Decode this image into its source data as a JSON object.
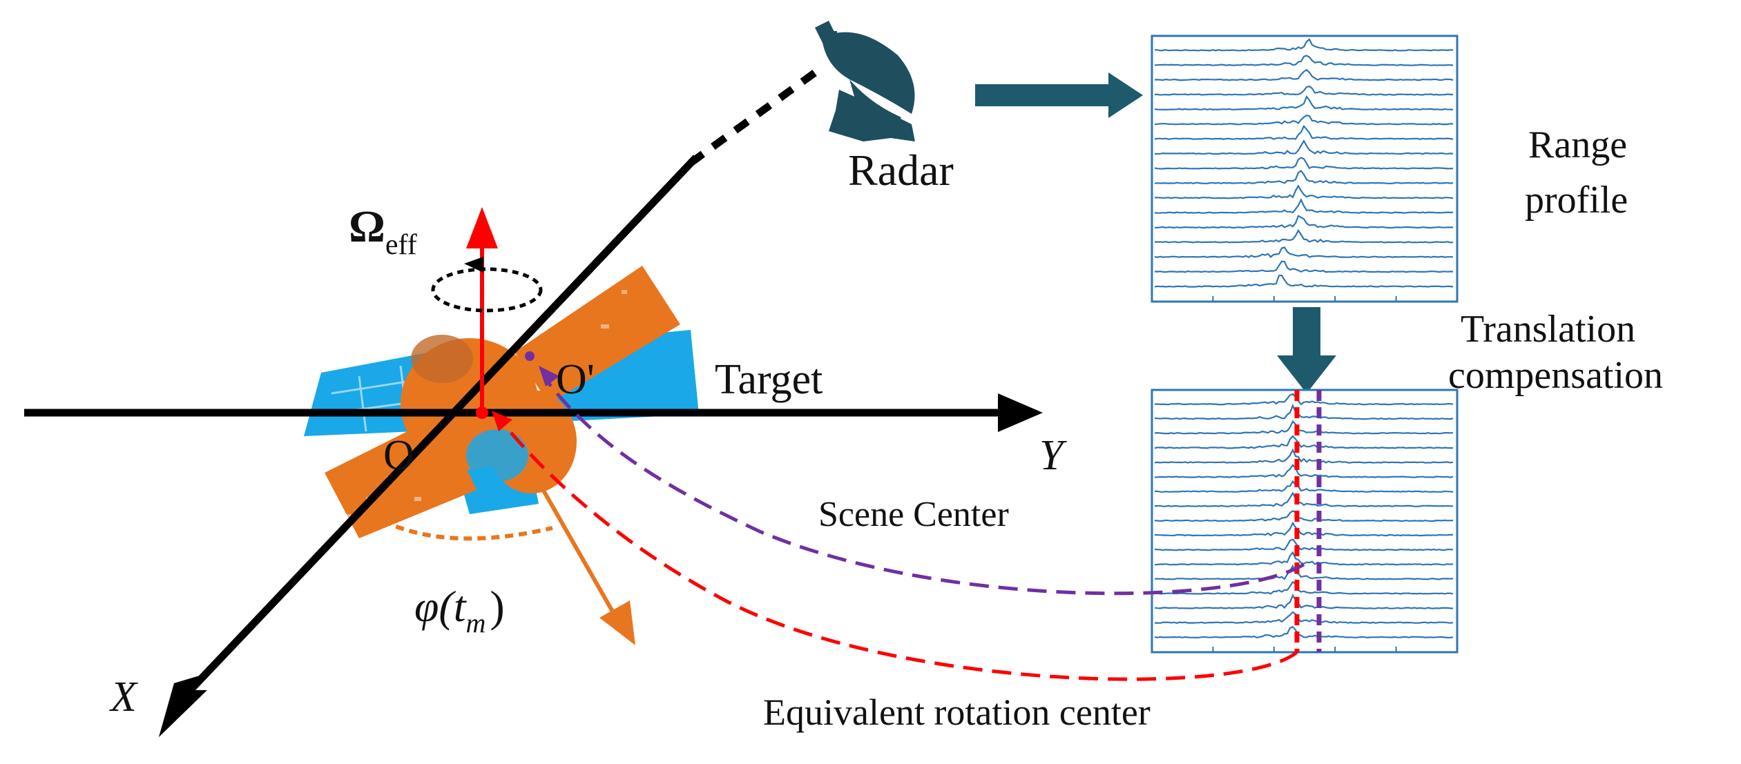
{
  "labels": {
    "radar": "Radar",
    "range_profile_line1": "Range",
    "range_profile_line2": "profile",
    "translation_line1": "Translation",
    "translation_line2": "compensation",
    "target": "Target",
    "scene_center": "Scene Center",
    "equivalent_rotation_center": "Equivalent rotation center",
    "origin": "O",
    "origin_prime": "O'",
    "axis_x": "X",
    "axis_y": "Y",
    "omega_symbol": "Ω",
    "omega_sub": "eff",
    "phi_symbol": "φ(t",
    "phi_sub": "m",
    "phi_close": ")"
  },
  "colors": {
    "axis": "#000000",
    "omega_arrow": "#ff0000",
    "rotation_circle": "#000000",
    "radar": "#1f4e5f",
    "arrow_fill": "#1f5a6c",
    "satellite_orange": "#e8761f",
    "satellite_blue": "#1aa8e8",
    "phi_arc": "#e8761f",
    "profile_line": "#2e75b6",
    "profile_border": "#2e75b6",
    "scene_center_dash": "#7030a0",
    "rotation_center_dash": "#ff0000",
    "center_dot": "#ff0000"
  },
  "profiles": {
    "top_count": 17,
    "bottom_count": 17
  }
}
